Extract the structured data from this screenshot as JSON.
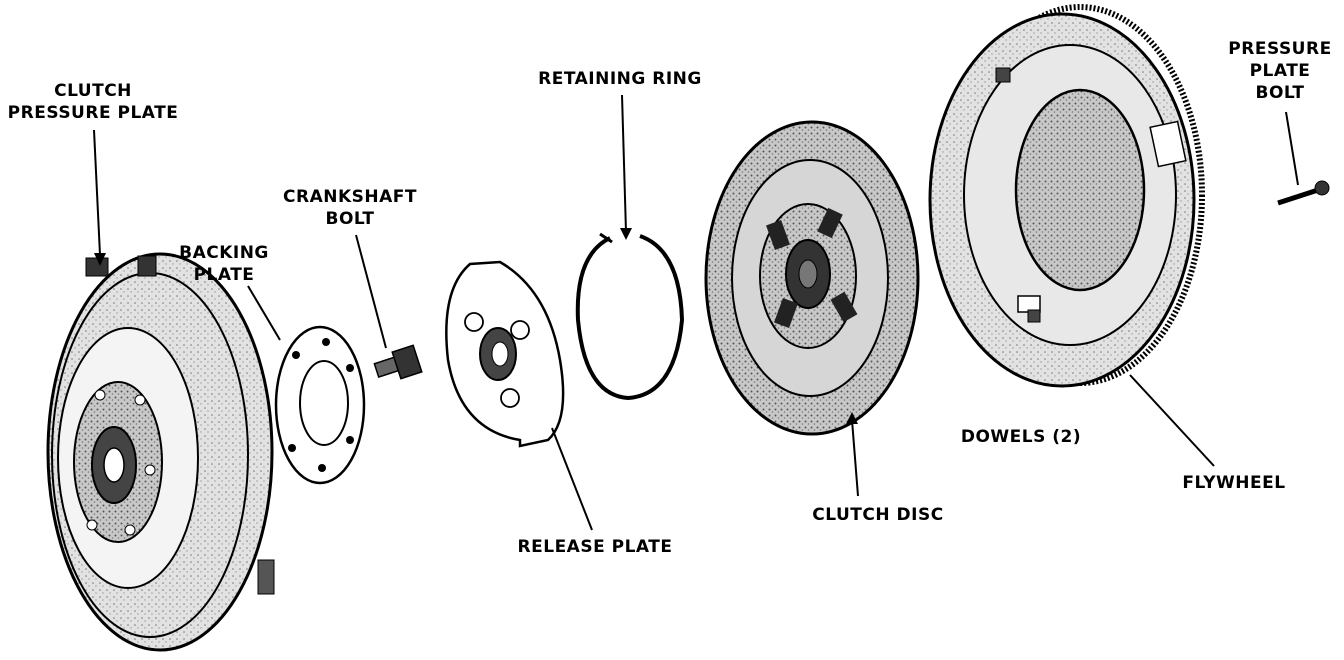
{
  "labels": {
    "clutch_pressure_plate": [
      "CLUTCH",
      "PRESSURE PLATE"
    ],
    "backing_plate": [
      "BACKING",
      "PLATE"
    ],
    "crankshaft_bolt": [
      "CRANKSHAFT",
      "BOLT"
    ],
    "retaining_ring": [
      "RETAINING RING"
    ],
    "release_plate": [
      "RELEASE PLATE"
    ],
    "clutch_disc": [
      "CLUTCH DISC"
    ],
    "dowels": [
      "DOWELS (2)"
    ],
    "flywheel": [
      "FLYWHEEL"
    ],
    "pressure_plate_bolt": [
      "PRESSURE",
      "PLATE",
      "BOLT"
    ]
  },
  "colors": {
    "ink": "#000000",
    "paper": "#ffffff",
    "shade": "#9a9a9a"
  }
}
